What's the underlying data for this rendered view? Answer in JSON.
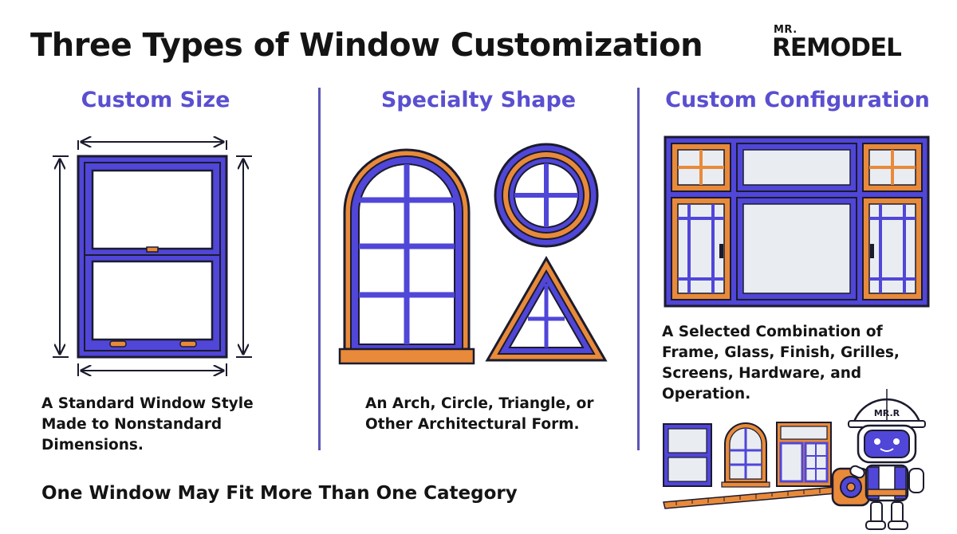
{
  "header": {
    "title": "Three Types of Window Customization",
    "logo": {
      "top": "MR.",
      "brand": "REMODEL"
    }
  },
  "columns": [
    {
      "title": "Custom Size",
      "description": "A Standard Window Style Made to Nonstandard Dimensions."
    },
    {
      "title": "Specialty Shape",
      "description": "An Arch, Circle, Triangle, or Other Architectural Form."
    },
    {
      "title": "Custom Configuration",
      "description": "A Selected Combination of Frame, Glass, Finish, Grilles, Screens, Hardware, and Operation."
    }
  ],
  "mascot": {
    "helmet_label": "MR.R"
  },
  "footer": {
    "note": "One Window May Fit More Than One Category"
  },
  "colors": {
    "frame_blue": "#5046d8",
    "accent_orange": "#e88a3a",
    "outline": "#1b1b2e",
    "title_purple": "#5a4fd0",
    "glass": "#e9edf2"
  },
  "icons": [
    "dimension-arrow-icon",
    "arch-window-icon",
    "circle-window-icon",
    "triangle-window-icon",
    "measuring-tape-icon",
    "robot-mascot-icon"
  ]
}
